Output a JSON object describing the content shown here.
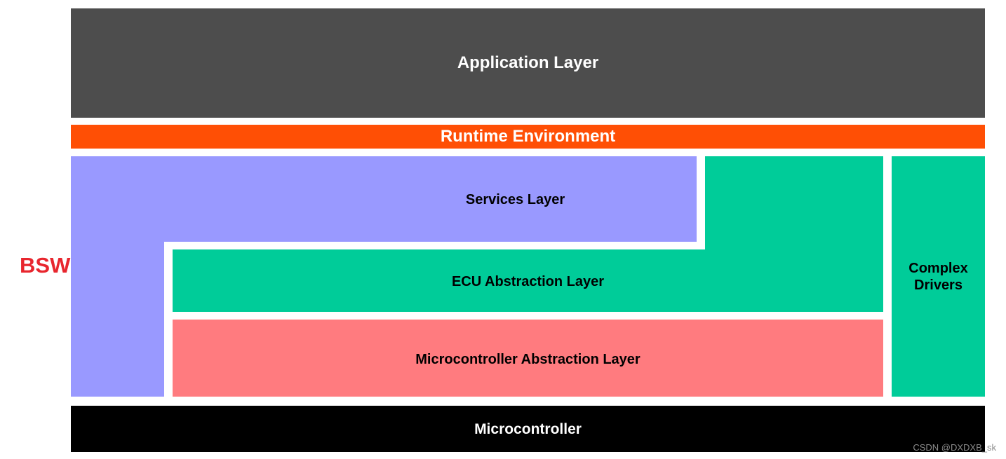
{
  "layers": {
    "application": {
      "label": "Application Layer",
      "color": "#4d4d4d",
      "text_color": "#ffffff"
    },
    "runtime_environment": {
      "label": "Runtime Environment",
      "color": "#ff4f05",
      "text_color": "#ffffff"
    },
    "services": {
      "label": "Services Layer",
      "color": "#9999ff",
      "text_color": "#000000"
    },
    "ecu_abstraction": {
      "label": "ECU Abstraction Layer",
      "color": "#00cc99",
      "text_color": "#000000"
    },
    "microcontroller_abstraction": {
      "label": "Microcontroller Abstraction  Layer",
      "color": "#ff7b7f",
      "text_color": "#000000"
    },
    "complex_drivers": {
      "label": "Complex Drivers",
      "color": "#00cc99",
      "text_color": "#000000"
    },
    "microcontroller": {
      "label": "Microcontroller",
      "color": "#000000",
      "text_color": "#ffffff"
    }
  },
  "bsw": {
    "label": "BSW",
    "color": "#e8262e"
  },
  "watermark": {
    "text": "CSDN @DXDXB_sk",
    "color": "#8a8a8a"
  }
}
